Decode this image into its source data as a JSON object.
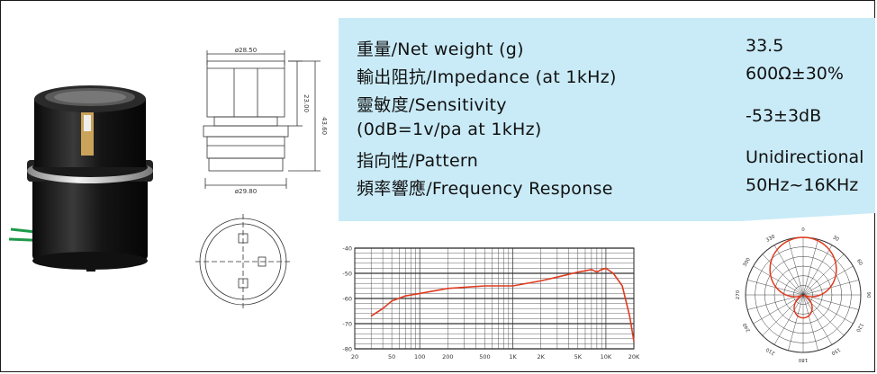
{
  "spec": {
    "rows": [
      {
        "label": "重量/Net weight (g)",
        "value": "33.5"
      },
      {
        "label": "輸出阻抗/Impedance (at 1kHz)",
        "value": "600Ω±30%"
      },
      {
        "label": "靈敏度/Sensitivity",
        "label2": "(0dB=1v/pa at 1kHz)",
        "value": "-53±3dB"
      },
      {
        "label": "指向性/Pattern",
        "value": "Unidirectional"
      },
      {
        "label": "頻率響應/Frequency Response",
        "value": "50Hz~16KHz"
      }
    ]
  },
  "drawing": {
    "top_dim": "ø28.50",
    "bottom_dim": "ø29.80",
    "height_inner": "23.00",
    "height_total": "43.60"
  },
  "chart_data": [
    {
      "type": "line",
      "title": "",
      "xlabel": "",
      "ylabel": "",
      "x_scale": "log",
      "xlim": [
        20,
        20000
      ],
      "ylim": [
        -80,
        -40
      ],
      "x_tick_labels": [
        "20",
        "50",
        "100",
        "200",
        "500",
        "1K",
        "2K",
        "5K",
        "10K",
        "20K"
      ],
      "x_tick_values": [
        20,
        50,
        100,
        200,
        500,
        1000,
        2000,
        5000,
        10000,
        20000
      ],
      "y_tick_labels": [
        "-40",
        "-50",
        "-60",
        "-70",
        "-80"
      ],
      "y_tick_values": [
        -40,
        -50,
        -60,
        -70,
        -80
      ],
      "series": [
        {
          "color": "#e03a1e",
          "x": [
            30,
            40,
            50,
            70,
            100,
            200,
            500,
            1000,
            2000,
            3000,
            5000,
            6000,
            7000,
            8000,
            9000,
            10000,
            12000,
            15000,
            18000,
            20000
          ],
          "y": [
            -67,
            -64,
            -61,
            -59,
            -58,
            -56,
            -55,
            -55,
            -53,
            -51.5,
            -49.5,
            -49,
            -48.5,
            -49.5,
            -48.5,
            -48,
            -50,
            -55,
            -67,
            -77
          ]
        }
      ]
    },
    {
      "type": "polar",
      "angle_labels": [
        "0",
        "30",
        "60",
        "90",
        "120",
        "150",
        "180",
        "210",
        "240",
        "270",
        "300",
        "330"
      ],
      "series": [
        {
          "color": "#e03a1e",
          "pattern": "supercardioid",
          "rear_lobe": 0.3
        }
      ]
    }
  ]
}
